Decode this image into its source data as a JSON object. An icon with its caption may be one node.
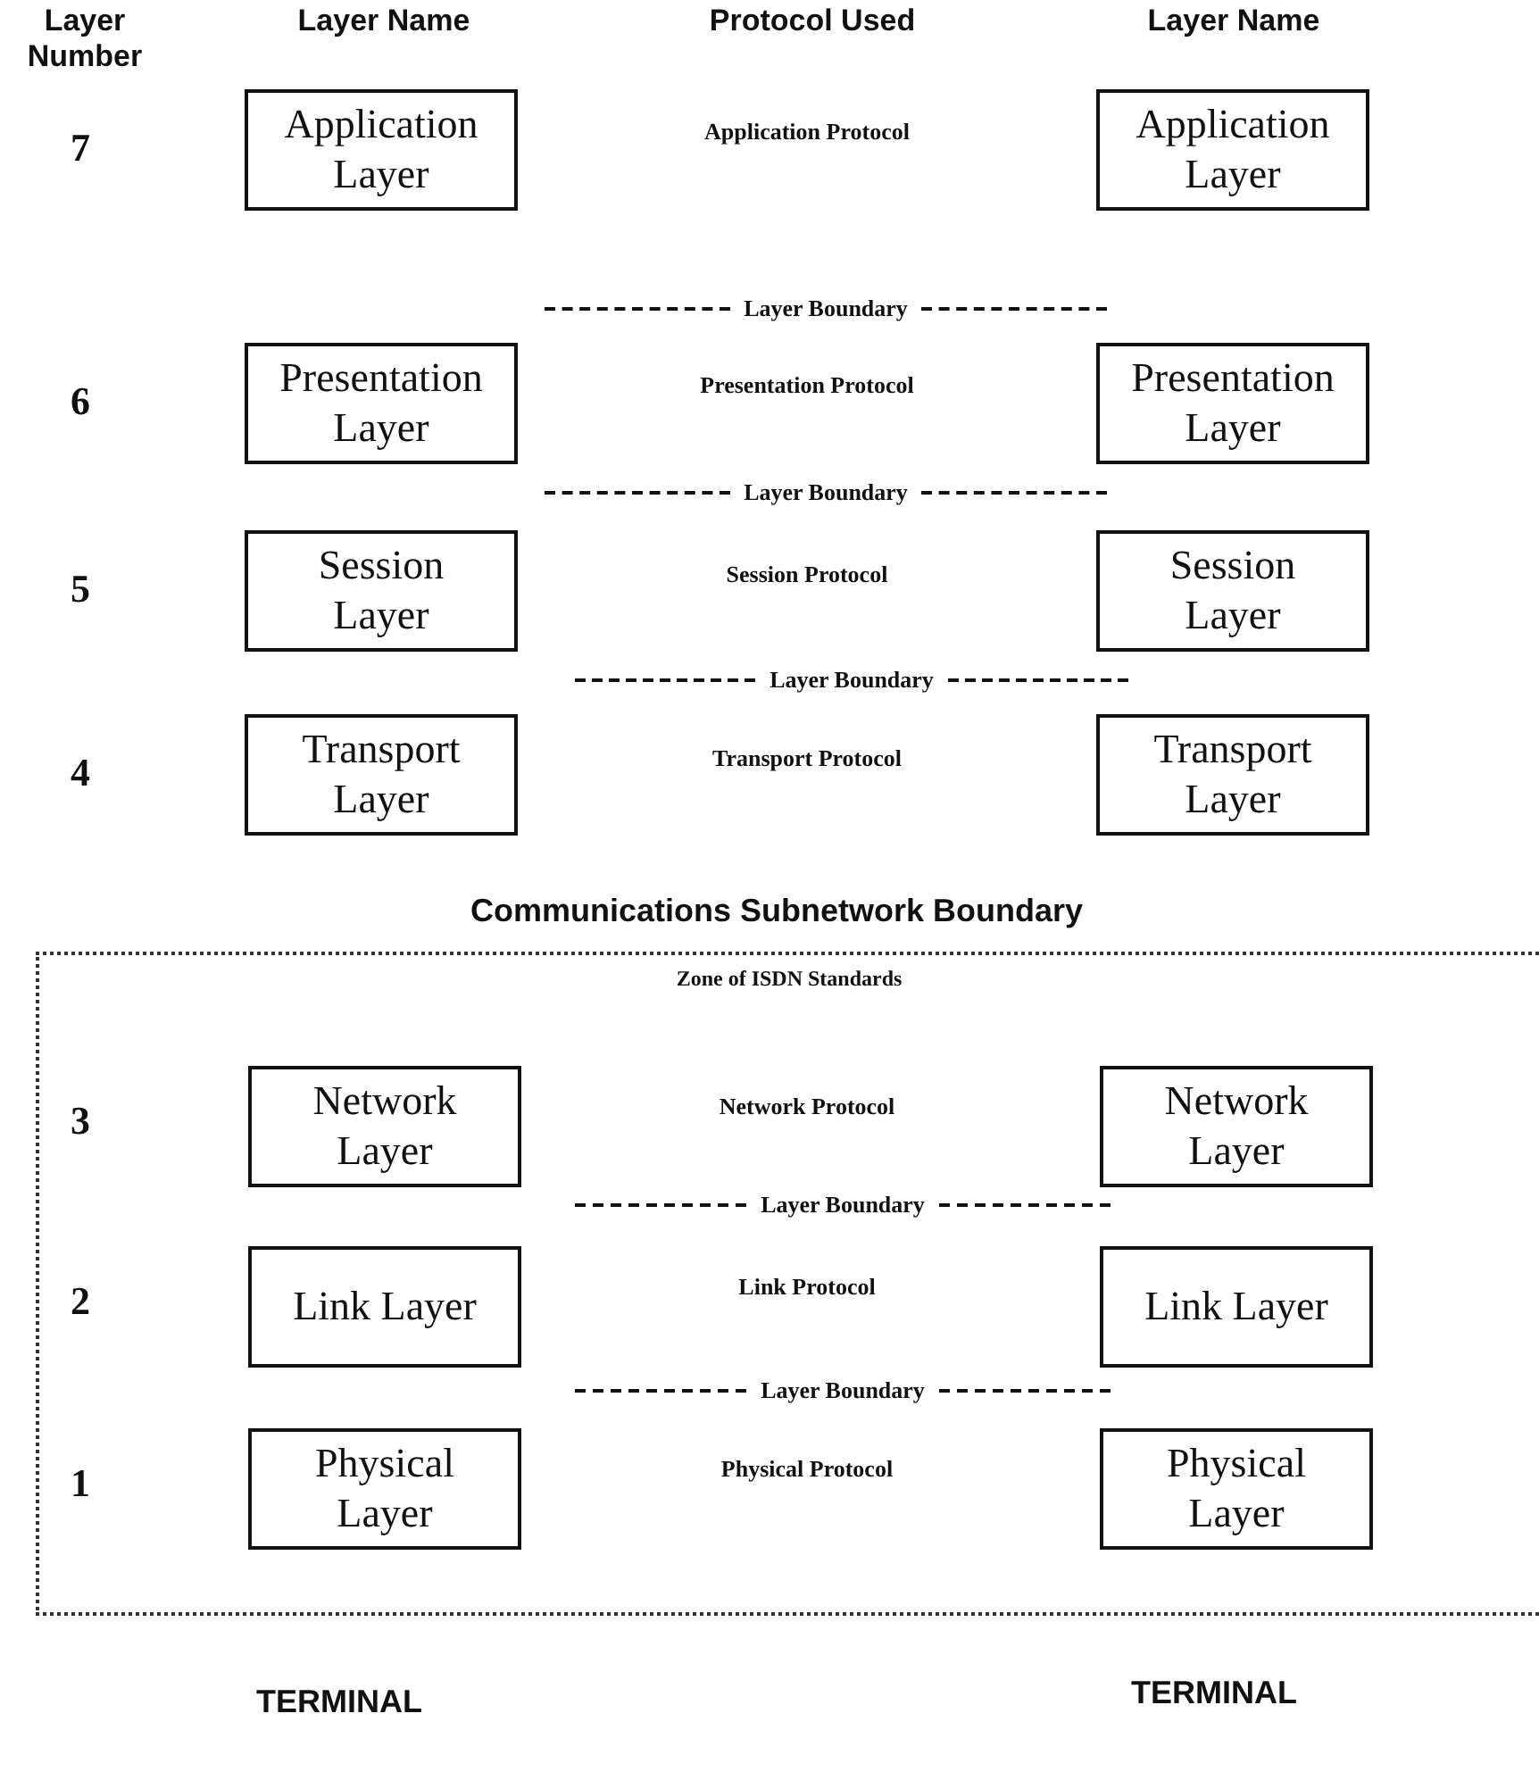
{
  "diagram": {
    "nodes": [
      {
        "text": [
          "Application Layer"
        ]
      },
      {
        "text": [
          "Application Layer"
        ]
      },
      {
        "text": [
          "Presentation Layer"
        ]
      },
      {
        "text": [
          "Presentation Layer"
        ]
      },
      {
        "text": [
          "Session Layer"
        ]
      },
      {
        "text": [
          "Session Layer"
        ]
      },
      {
        "text": [
          "Transport Layer"
        ]
      },
      {
        "text": [
          "Transport Layer"
        ]
      },
      {
        "text": [
          "Zone of ISDN Standards"
        ]
      },
      {
        "text": [
          "Network Layer"
        ],
        "in": 8
      },
      {
        "text": [
          "Network Layer"
        ],
        "in": 8
      },
      {
        "text": [
          "Link Layer"
        ],
        "in": 8
      },
      {
        "text": [
          "Link Layer"
        ],
        "in": 8
      },
      {
        "text": [
          "Physical Layer"
        ],
        "in": 8
      },
      {
        "text": [
          "Physical Layer"
        ],
        "in": 8
      }
    ],
    "labels": [
      "Layer Number",
      "Layer Name",
      "Protocol Used",
      "Layer Name",
      "7",
      "Application Protocol",
      "Layer Boundary",
      "6",
      "Presentation Protocol",
      "Layer Boundary",
      "5",
      "Session Protocol",
      "Layer Boundary",
      "4",
      "Transport Protocol",
      "Communications Subnetwork Boundary",
      "3",
      "Network Protocol",
      "Layer Boundary",
      "2",
      "Link Protocol",
      "Layer Boundary",
      "1",
      "Physical Protocol",
      "TERMINAL",
      "TERMINAL"
    ]
  }
}
